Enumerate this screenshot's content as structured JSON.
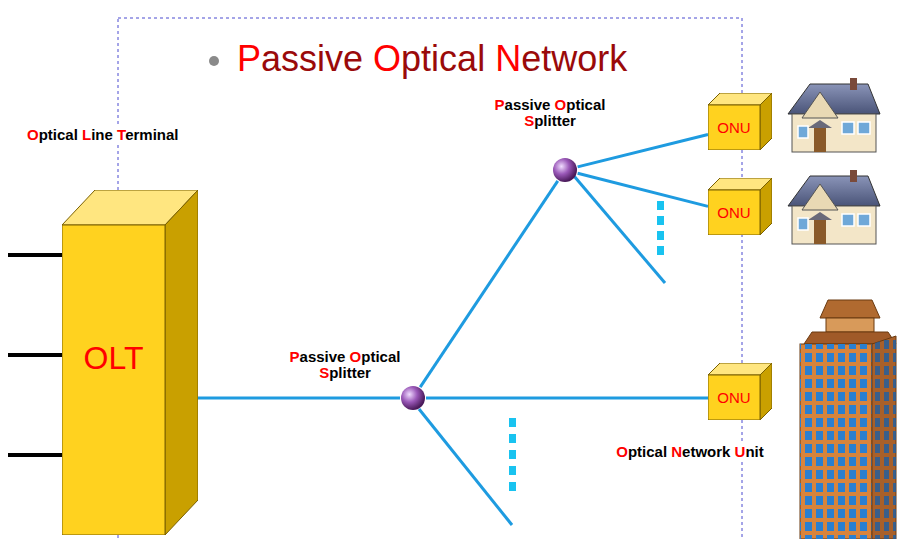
{
  "diagram": {
    "title": "Passive Optical Network",
    "nodes": [
      {
        "text": [
          "OLT"
        ]
      },
      {
        "text": [
          "Passive Optical Splitter"
        ]
      },
      {
        "text": [
          "ONU"
        ]
      },
      {
        "text": [
          "ONU"
        ]
      },
      {
        "text": [
          "Passive Optical Splitter"
        ]
      },
      {
        "text": [
          "ONU"
        ]
      }
    ],
    "edges": [
      {
        "from": 0,
        "to": 4,
        "arrow": "none"
      },
      {
        "from": 4,
        "to": 1,
        "arrow": "none"
      },
      {
        "from": 1,
        "to": 2,
        "arrow": "none"
      },
      {
        "from": 1,
        "to": 3,
        "arrow": "none"
      },
      {
        "from": 4,
        "to": 5,
        "arrow": "none"
      }
    ],
    "labels": [
      "Optical Line Terminal",
      "Optical Network Unit"
    ]
  }
}
